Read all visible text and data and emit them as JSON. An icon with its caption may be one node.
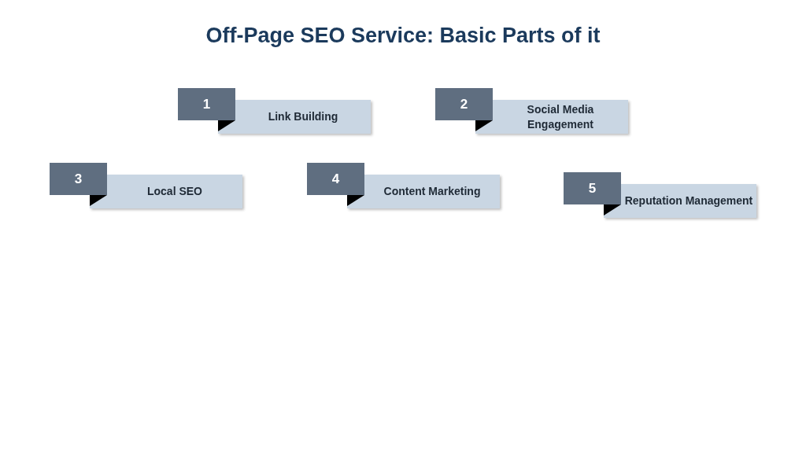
{
  "diagram": {
    "title": "Off-Page SEO Service: Basic Parts of it",
    "nodes": [
      {
        "text": [
          "1",
          "Link Building"
        ]
      },
      {
        "text": [
          "2",
          "Social Media Engagement"
        ]
      },
      {
        "text": [
          "3",
          "Local SEO"
        ]
      },
      {
        "text": [
          "4",
          "Content Marketing"
        ]
      },
      {
        "text": [
          "5",
          "Reputation Management"
        ]
      }
    ]
  }
}
